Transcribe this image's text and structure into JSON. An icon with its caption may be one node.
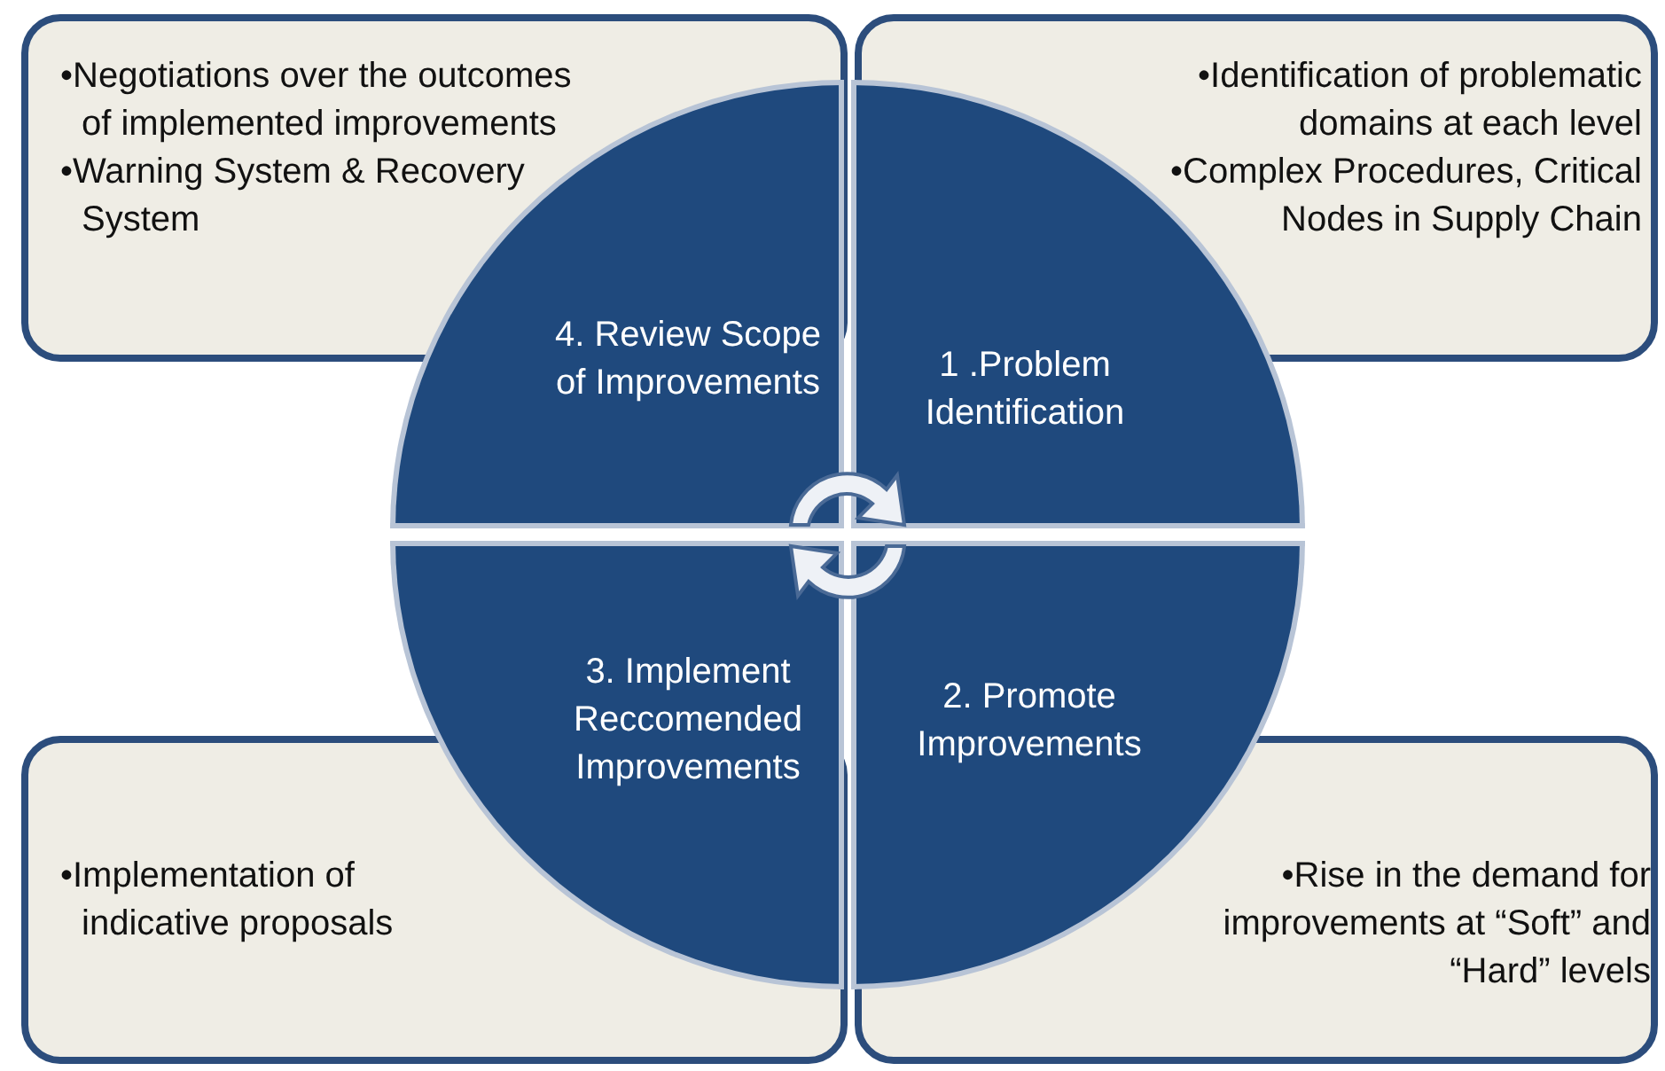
{
  "diagram": {
    "nodes": [
      {
        "text": [
          "•Negotiations over the outcomes of implemented improvements",
          "•Warning  System & Recovery System"
        ]
      },
      {
        "text": [
          "•Identification of problematic domains at each level",
          "•Complex Procedures, Critical Nodes in Supply Chain"
        ]
      },
      {
        "text": [
          "4. Review Scope of Improvements"
        ]
      },
      {
        "text": [
          "1 .Problem Identification"
        ]
      },
      {
        "text": [
          "3. Implement Reccomended Improvements"
        ]
      },
      {
        "text": [
          "2. Promote Improvements"
        ]
      },
      {
        "text": [
          "•Implementation of indicative proposals"
        ]
      },
      {
        "text": [
          "•Rise in the demand for improvements at “Soft” and “Hard” levels"
        ]
      }
    ],
    "edges": []
  }
}
